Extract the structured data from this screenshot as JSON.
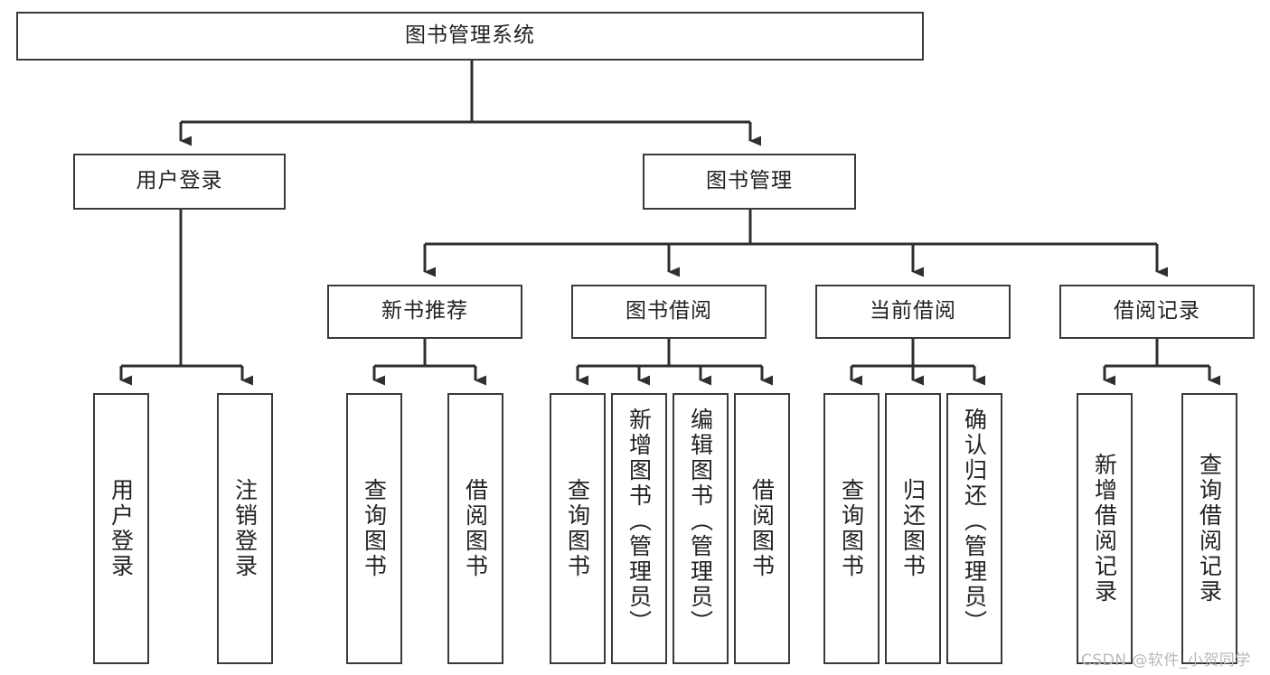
{
  "diagram": {
    "title": "图书管理系统",
    "type": "hierarchy-tree",
    "root": {
      "label": "图书管理系统"
    },
    "level2": [
      {
        "label": "用户登录"
      },
      {
        "label": "图书管理"
      }
    ],
    "level3": [
      {
        "label": "新书推荐"
      },
      {
        "label": "图书借阅"
      },
      {
        "label": "当前借阅"
      },
      {
        "label": "借阅记录"
      }
    ],
    "leaves": {
      "user_login": [
        {
          "label": "用户登录"
        },
        {
          "label": "注销登录"
        }
      ],
      "new_book_recommend": [
        {
          "label": "查询图书"
        },
        {
          "label": "借阅图书"
        }
      ],
      "book_borrow": [
        {
          "label": "查询图书"
        },
        {
          "label": "新增图书（管理员）"
        },
        {
          "label": "编辑图书（管理员）"
        },
        {
          "label": "借阅图书"
        }
      ],
      "current_borrow": [
        {
          "label": "查询图书"
        },
        {
          "label": "归还图书"
        },
        {
          "label": "确认归还（管理员）"
        }
      ],
      "borrow_record": [
        {
          "label": "新增借阅记录"
        },
        {
          "label": "查询借阅记录"
        }
      ]
    }
  },
  "watermark": {
    "text": "CSDN @软件_小贺同学"
  },
  "colors": {
    "border": "#3a3a3a",
    "text": "#222222",
    "background": "#ffffff",
    "watermark": "#b9b9b9"
  }
}
